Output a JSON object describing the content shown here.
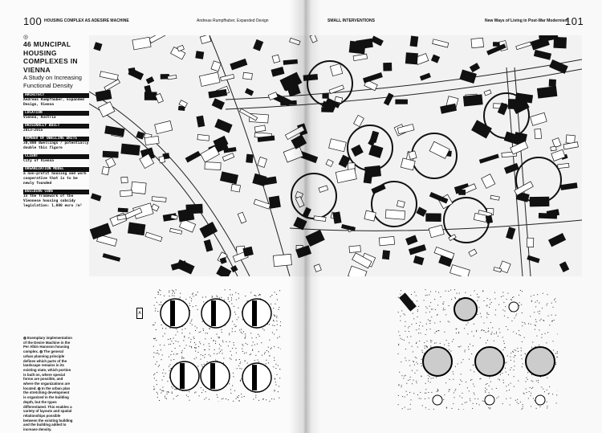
{
  "left_page": {
    "page_number": "100",
    "running_head": "HOUSING COMPLEX AS ADESIRE MACHINE",
    "author_head": "Andreas Rumpfhuber, Expanded Design",
    "project": {
      "marker": "◎",
      "title": "46 MUNCIPAL HOUSING COMPLEXES IN VIENNA",
      "subtitle": "A Study on Increasing Functional Density",
      "facts": [
        {
          "label": "ARCHITECT",
          "value": "Andreas Rumpfhuber, Expanded Design, Vienna"
        },
        {
          "label": "LOCATION",
          "value": "Vienna, Austria"
        },
        {
          "label": "ORIGINALLY BUILT",
          "value": "2013–2015"
        },
        {
          "label": "NUMBER OF DWELLING UNITS",
          "value": "30,000 dwellings / potentially double this figure"
        },
        {
          "label": "CLIENT",
          "value": "City of Vienna"
        },
        {
          "label": "ORGANIZATION MODEL",
          "value": "a non-profit housing and work cooperative that is to be newly founded"
        },
        {
          "label": "BUILDING CODE",
          "value": "In the framework of the Viennese housing subsidy legislation: 1,000 euro /m²"
        }
      ]
    },
    "caption": "◍ Exemplary implementation of the Desire Machine in the Per Albin Hansson housing complex. ◍ The general urban planning principle defines which parts of the landscape remains in its existing state, which portion is built on, where special forms are possible, and where the organizations are located. ◍ In the urban plan the stretching development is organized in the building depth, but the types differentiated. This enables a variety of layouts and spatial relationships possible between the existing building and the building added to increase density.",
    "figure_label": "A"
  },
  "right_page": {
    "page_number": "101",
    "running_head": "SMALL INTERVENTIONS",
    "subtitle_head": "New Ways of Living in Post-War Modernism"
  }
}
